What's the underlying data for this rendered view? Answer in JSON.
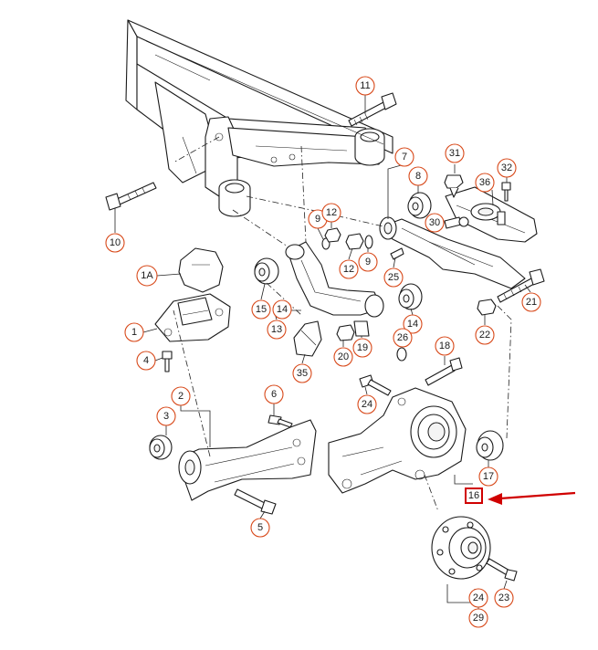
{
  "callouts": [
    {
      "id": "11",
      "label": "11"
    },
    {
      "id": "7",
      "label": "7"
    },
    {
      "id": "8",
      "label": "8"
    },
    {
      "id": "31",
      "label": "31"
    },
    {
      "id": "32",
      "label": "32"
    },
    {
      "id": "36",
      "label": "36"
    },
    {
      "id": "30",
      "label": "30"
    },
    {
      "id": "10",
      "label": "10"
    },
    {
      "id": "9a",
      "label": "9"
    },
    {
      "id": "12a",
      "label": "12"
    },
    {
      "id": "12b",
      "label": "12"
    },
    {
      "id": "9b",
      "label": "9"
    },
    {
      "id": "25",
      "label": "25"
    },
    {
      "id": "21",
      "label": "21"
    },
    {
      "id": "1A",
      "label": "1A"
    },
    {
      "id": "15",
      "label": "15"
    },
    {
      "id": "14a",
      "label": "14"
    },
    {
      "id": "13",
      "label": "13"
    },
    {
      "id": "14b",
      "label": "14"
    },
    {
      "id": "22",
      "label": "22"
    },
    {
      "id": "1",
      "label": "1"
    },
    {
      "id": "26",
      "label": "26"
    },
    {
      "id": "20",
      "label": "20"
    },
    {
      "id": "19",
      "label": "19"
    },
    {
      "id": "18",
      "label": "18"
    },
    {
      "id": "4",
      "label": "4"
    },
    {
      "id": "35",
      "label": "35"
    },
    {
      "id": "24a",
      "label": "24"
    },
    {
      "id": "6",
      "label": "6"
    },
    {
      "id": "2",
      "label": "2"
    },
    {
      "id": "3",
      "label": "3"
    },
    {
      "id": "17",
      "label": "17"
    },
    {
      "id": "5",
      "label": "5"
    },
    {
      "id": "24b",
      "label": "24"
    },
    {
      "id": "23",
      "label": "23"
    },
    {
      "id": "29",
      "label": "29"
    }
  ],
  "highlight": {
    "label": "16",
    "color": "#d00000"
  },
  "colors": {
    "callout_ring": "#d84a1b",
    "line_art": "#1a1a1a",
    "highlight": "#d00000"
  }
}
